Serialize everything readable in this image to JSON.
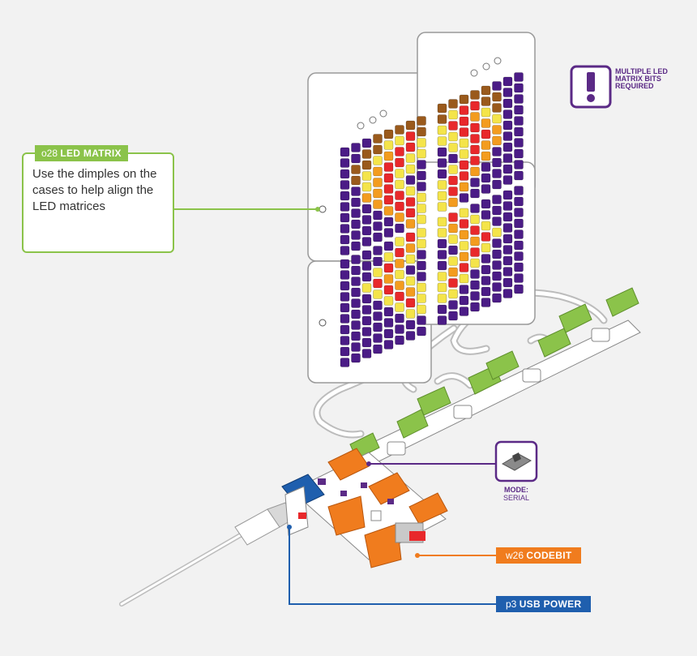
{
  "callout_matrix": {
    "tag_code": "o28",
    "tag_name": "LED MATRIX",
    "body": "Use the dimples on the cases to help align the LED matrices"
  },
  "warning": {
    "icon": "exclamation-icon",
    "text": "MULTIPLE LED MATRIX BITS REQUIRED"
  },
  "mode": {
    "label": "MODE:",
    "value": "SERIAL"
  },
  "codebit": {
    "tag_code": "w26",
    "tag_name": "CODEBIT"
  },
  "usb_power": {
    "tag_code": "p3",
    "tag_name": "USB POWER"
  },
  "colors": {
    "matrix_green": "#8bc34a",
    "purple": "#5b2a86",
    "orange": "#f07c1e",
    "blue": "#1f5fae",
    "led_purple": "#4b1c86",
    "led_yellow": "#f4e44a",
    "led_orange": "#f39c1f",
    "led_red": "#e8282b",
    "led_brown": "#9a5a1c"
  }
}
